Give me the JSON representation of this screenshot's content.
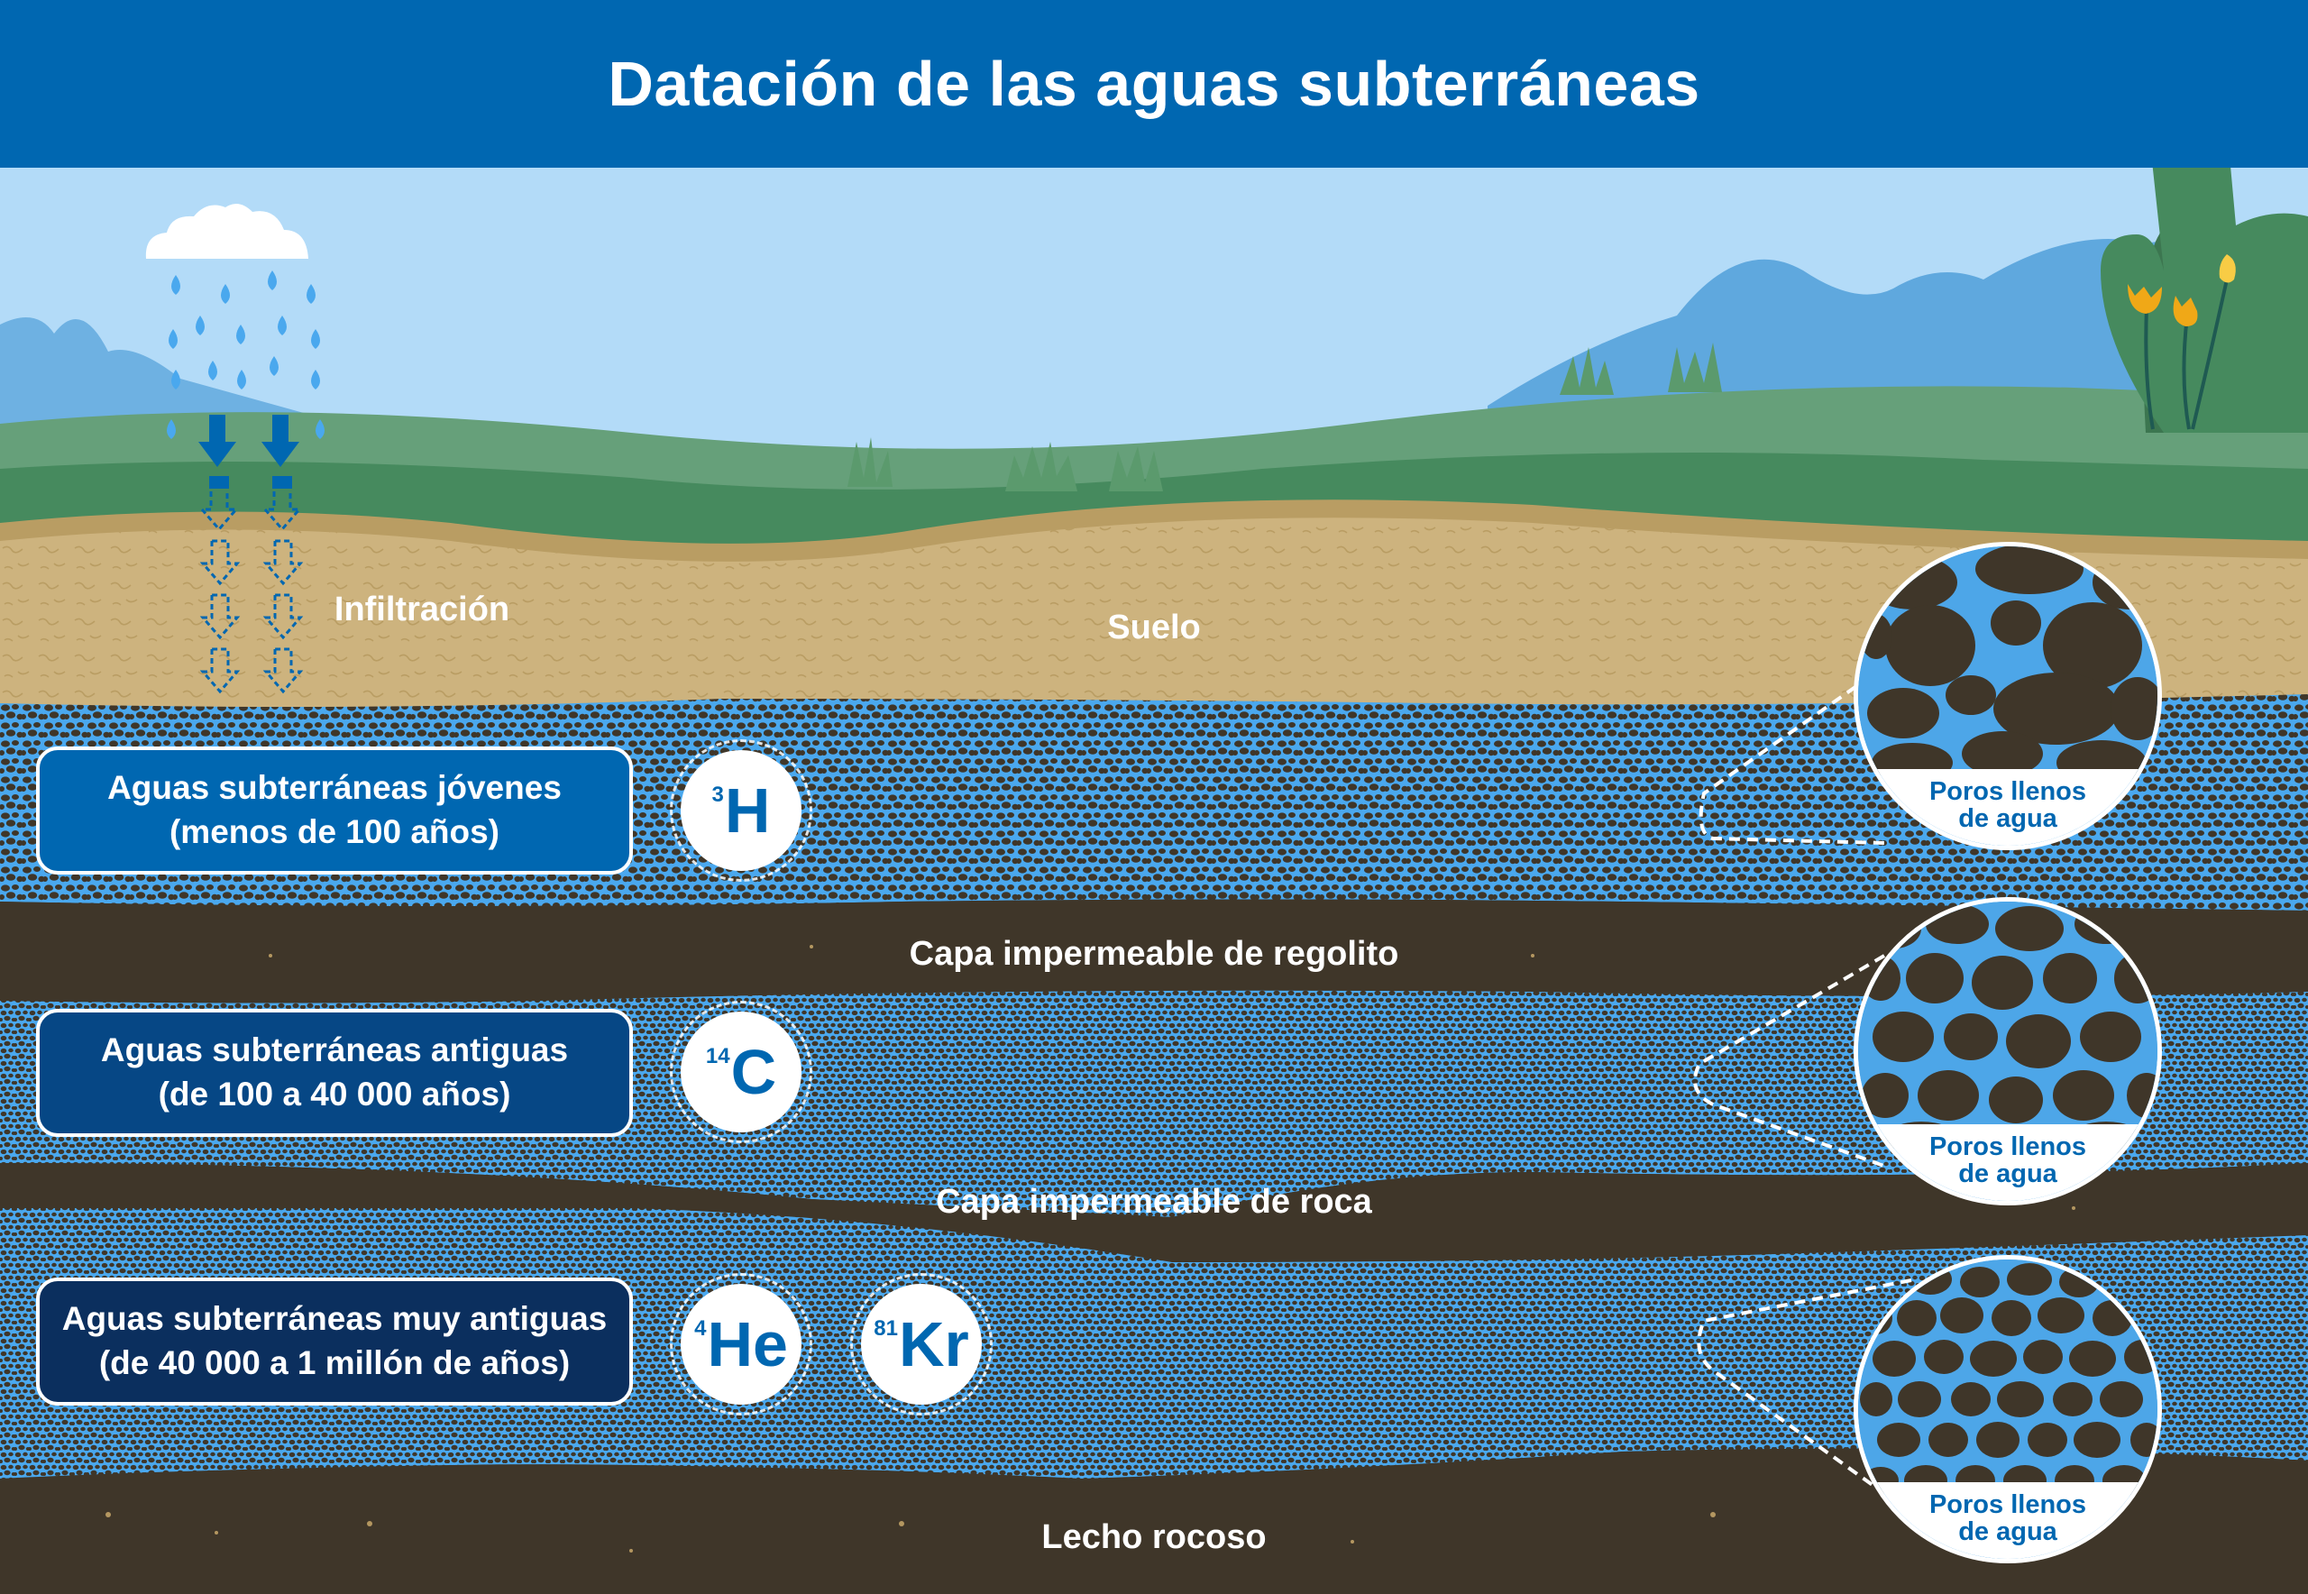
{
  "header": {
    "title": "Datación de las aguas subterráneas"
  },
  "labels": {
    "infiltration": "Infiltración",
    "soil": "Suelo",
    "regolith_layer": "Capa impermeable de regolito",
    "rock_layer": "Capa impermeable de roca",
    "bedrock": "Lecho rocoso"
  },
  "aquifers": [
    {
      "title": "Aguas subterráneas jóvenes",
      "range": "(menos de 100 años)",
      "color": "#0067b1",
      "isotopes": [
        {
          "mass": "3",
          "symbol": "H"
        }
      ]
    },
    {
      "title": "Aguas subterráneas antiguas",
      "range": "(de 100 a 40 000 años)",
      "color": "#064785",
      "isotopes": [
        {
          "mass": "14",
          "symbol": "C"
        }
      ]
    },
    {
      "title": "Aguas subterráneas muy antiguas",
      "range": "(de 40 000 a 1 millón de años)",
      "color": "#0b2f5e",
      "isotopes": [
        {
          "mass": "4",
          "symbol": "He"
        },
        {
          "mass": "81",
          "symbol": "Kr"
        }
      ]
    }
  ],
  "zoom_callouts": [
    {
      "line1": "Poros llenos",
      "line2": "de agua"
    },
    {
      "line1": "Poros llenos",
      "line2": "de agua"
    },
    {
      "line1": "Poros llenos",
      "line2": "de agua"
    }
  ],
  "icons": {
    "cloud": "cloud-icon",
    "rain": "raindrop-icon",
    "infiltration_arrow": "down-arrow-icon"
  },
  "colors": {
    "header_blue": "#0067b1",
    "sky": "#b3dbf8",
    "mountain": "#5fa8de",
    "grass_light": "#66a07a",
    "grass_dark": "#468a5e",
    "soil": "#cdb37e",
    "soil_edge": "#b99d63",
    "water_blue": "#4aa8ee",
    "rock_dark": "#3f3629"
  }
}
